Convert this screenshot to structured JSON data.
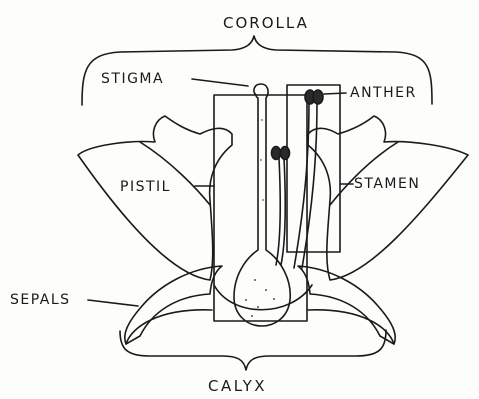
{
  "labels": {
    "corolla": "COROLLA",
    "calyx": "CALYX",
    "stigma": "STIGMA",
    "anther": "ANTHER",
    "pistil": "PISTIL",
    "stamen": "STAMEN",
    "sepals": "SEPALS"
  },
  "colors": {
    "ink": "#1a1a1a",
    "paper": "#fdfdfb"
  }
}
